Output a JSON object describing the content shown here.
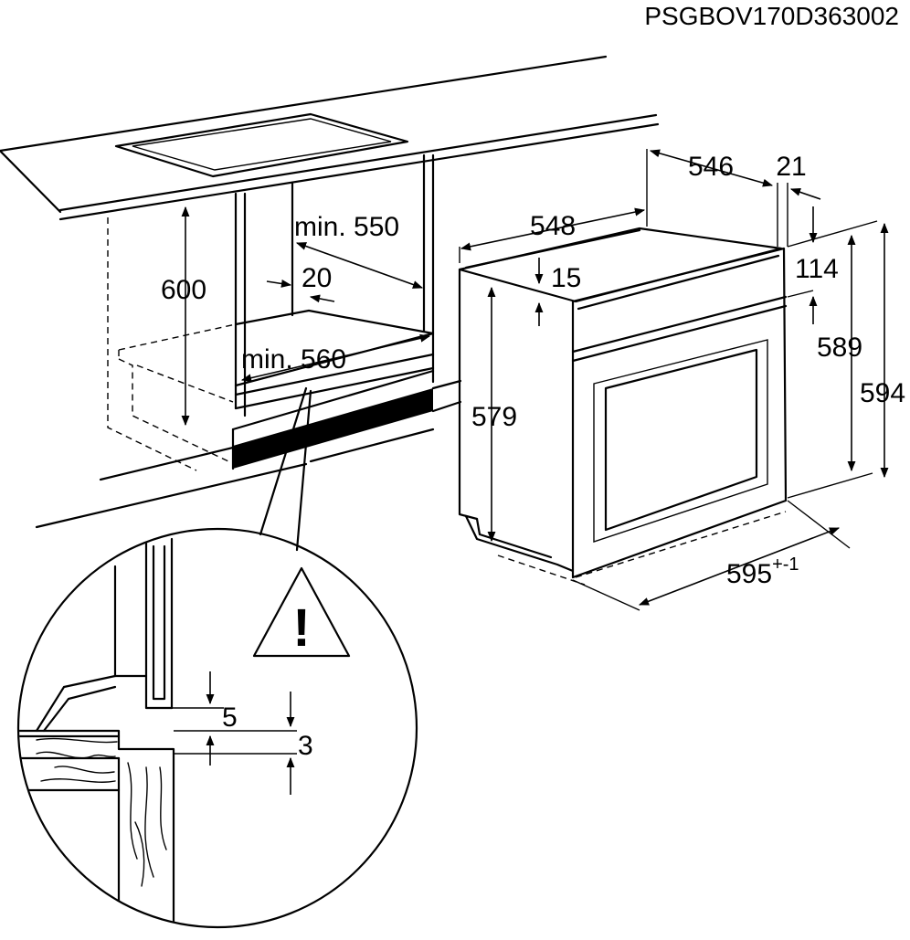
{
  "document_code": "PSGBOV170D363002",
  "cabinet": {
    "height": "600",
    "min_depth": "min. 550",
    "offset": "20",
    "min_width": "min. 560"
  },
  "oven": {
    "width": "548",
    "depth": "546",
    "panel_depth": "21",
    "top_gap": "15",
    "panel_offset": "114",
    "body_height": "579",
    "front_height_inner": "589",
    "front_height": "594",
    "front_width": "595",
    "front_width_tolerance": "+-1"
  },
  "detail": {
    "gap_top": "5",
    "gap_bottom": "3",
    "warning_symbol": "!"
  },
  "icons": [
    "warning-triangle-icon"
  ]
}
